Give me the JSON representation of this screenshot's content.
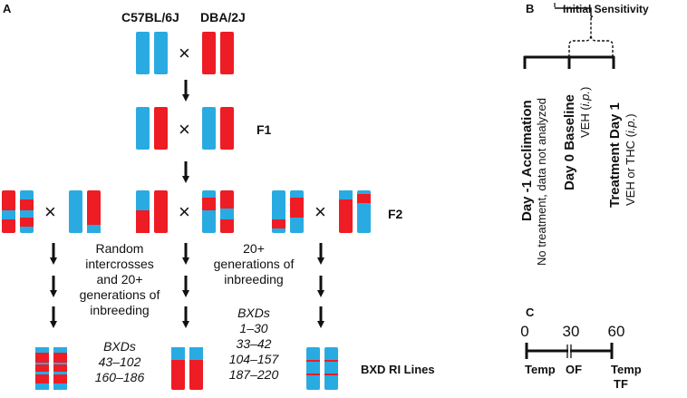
{
  "colors": {
    "blue": "#29abe2",
    "red": "#ee1c24",
    "ink": "#111111"
  },
  "panel_a": {
    "label": "A",
    "strain_1": "C57BL/6J",
    "strain_2": "DBA/2J",
    "cross_symbol": "×",
    "f1_label": "F1",
    "f2_label": "F2",
    "left_note": [
      "Random",
      "intercrosses",
      "and 20+",
      "generations of",
      "inbreeding"
    ],
    "right_note": [
      "20+",
      "generations of",
      "inbreeding"
    ],
    "bxd_left": [
      "BXDs",
      "43–102",
      "160–186"
    ],
    "bxd_right": [
      "BXDs",
      "1–30",
      "33–42",
      "104–157",
      "187–220"
    ],
    "ri_label": "BXD RI Lines"
  },
  "panel_b": {
    "label": "B",
    "initial_sensitivity": "Initial Sensitivity",
    "day_m1_title": "Day -1 Acclimation",
    "day_m1_sub": "No treatment, data not analyzed",
    "day0_title": "Day 0 Baseline",
    "day0_sub_prefix": "VEH (",
    "day0_sub_ital": "i.p.",
    "day0_sub_suffix": ")",
    "treat_title": "Treatment Day 1",
    "treat_sub_prefix": "VEH or THC (",
    "treat_sub_ital": "i.p.",
    "treat_sub_suffix": ")"
  },
  "panel_c": {
    "label": "C",
    "ticks": [
      "0",
      "30",
      "60"
    ],
    "temp_1": "Temp",
    "of": "OF",
    "temp_2": "Temp",
    "tf": "TF"
  }
}
